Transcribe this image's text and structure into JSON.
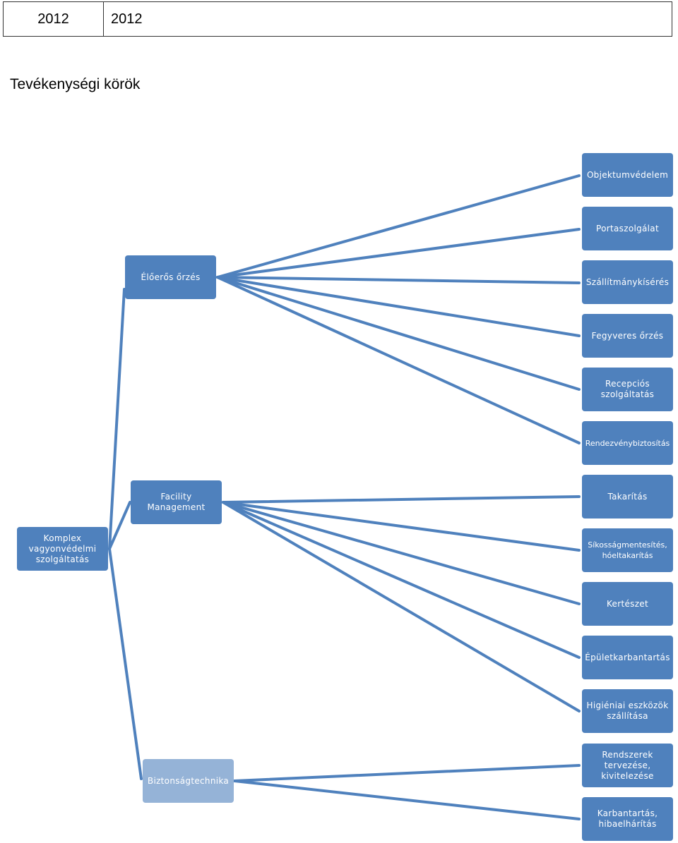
{
  "header": {
    "cell1": "2012",
    "cell2": "2012"
  },
  "section_title": "Tevékenységi körök",
  "colors": {
    "node": "#4F81BD",
    "node_light": "#95B3D7",
    "line": "#4F81BD"
  },
  "diagram": {
    "root": {
      "label": "Komplex\nvagyonvédelmi\nszolgáltatás"
    },
    "branches": [
      {
        "label": "Élőerős őrzés",
        "children": [
          "Objektumvédelem",
          "Portaszolgálat",
          "Szállítmánykísérés",
          "Fegyveres őrzés",
          "Recepciós\nszolgáltatás",
          "Rendezvénybiztosítás"
        ]
      },
      {
        "label": "Facility Management",
        "children": [
          "Takarítás",
          "Síkosságmentesítés,\nhóeltakarítás",
          "Kertészet",
          "Épületkarbantartás",
          "Higiéniai eszközök\nszállítása"
        ]
      },
      {
        "label": "Biztonságtechnika",
        "children": [
          "Rendszerek\ntervezése,\nkivitelezése",
          "Karbantartás,\nhibaelhárítás"
        ]
      }
    ]
  }
}
